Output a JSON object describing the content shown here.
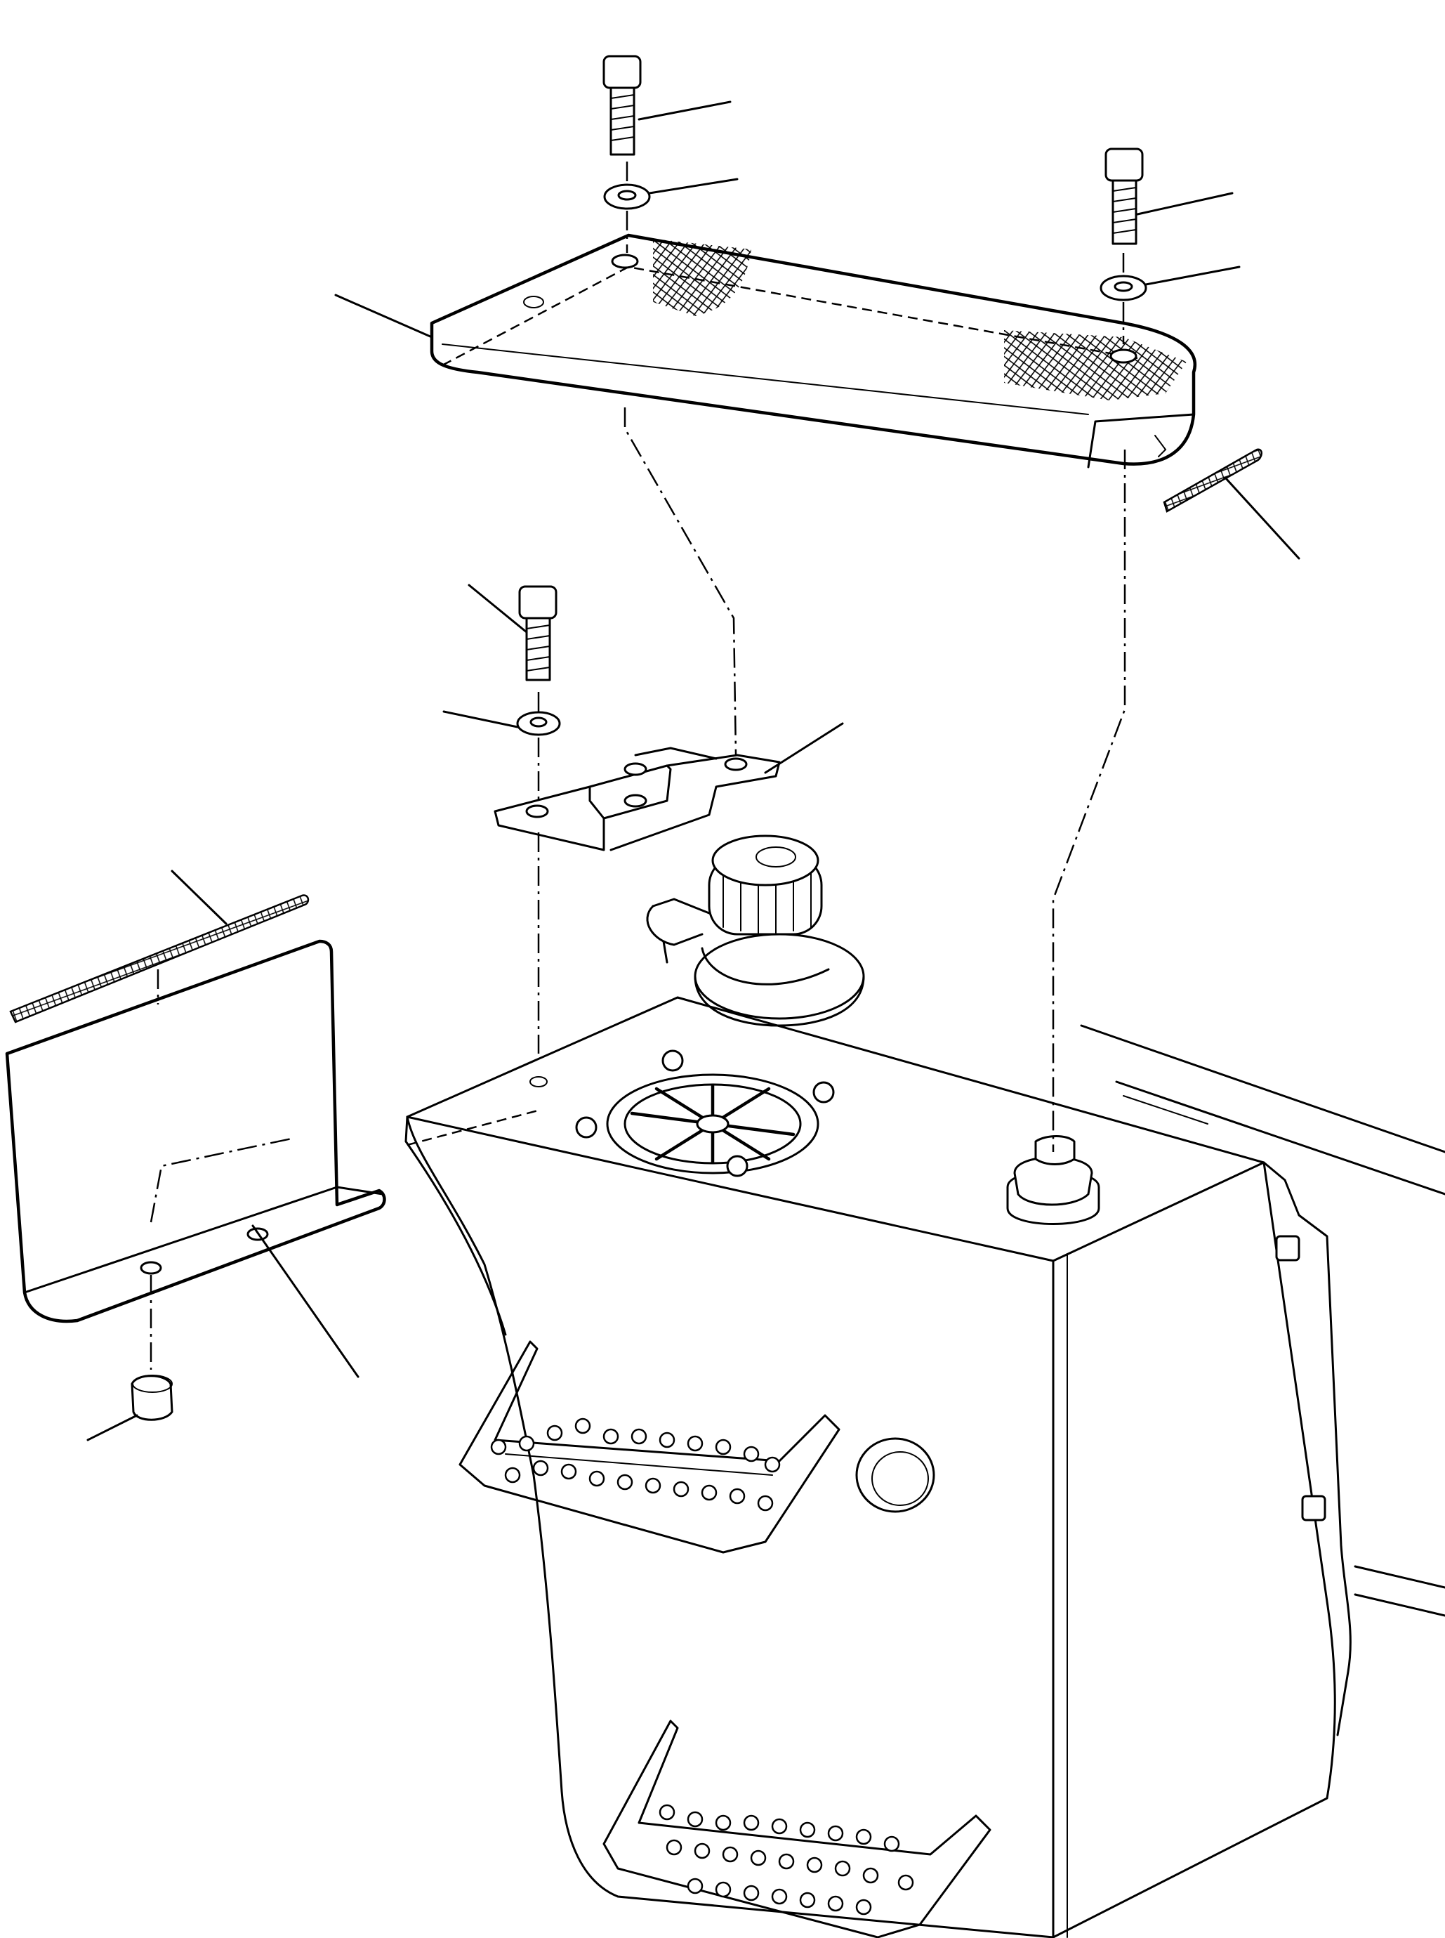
{
  "diagram": {
    "callouts": [
      {
        "id": "bolt-top-left"
      },
      {
        "id": "washer-top-left"
      },
      {
        "id": "bolt-top-right"
      },
      {
        "id": "washer-top-right"
      },
      {
        "id": "step-platform"
      },
      {
        "id": "rubber-strip-right"
      },
      {
        "id": "bolt-middle"
      },
      {
        "id": "washer-middle"
      },
      {
        "id": "bracket-middle"
      },
      {
        "id": "rubber-strip-left"
      },
      {
        "id": "cover-plate-left"
      },
      {
        "id": "nut-left"
      }
    ],
    "colors": {
      "line": "#000000",
      "background": "#ffffff"
    }
  }
}
